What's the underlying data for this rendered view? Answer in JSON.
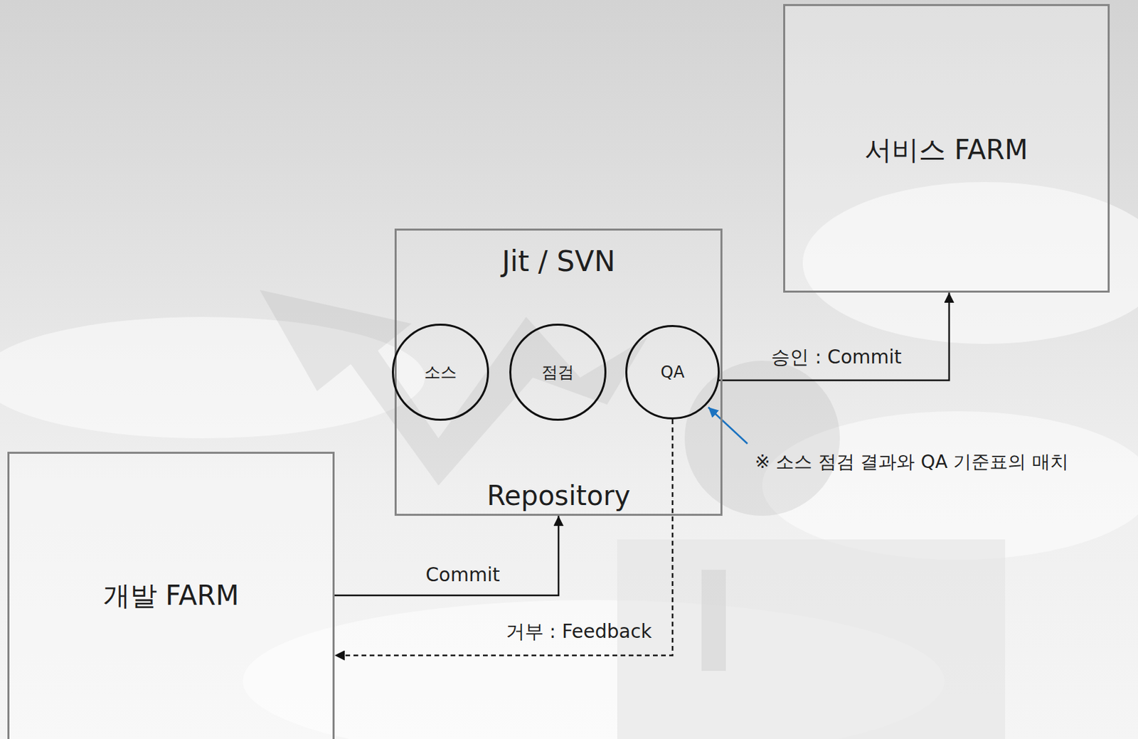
{
  "diagram": {
    "nodes": [
      {
        "text": [
          "서비스 FARM"
        ]
      },
      {
        "text": [
          "Jit / SVN",
          "Repository"
        ]
      },
      {
        "text": [
          "소스"
        ],
        "in": 1
      },
      {
        "text": [
          "점검"
        ],
        "in": 1
      },
      {
        "text": [
          "QA"
        ],
        "in": 1
      },
      {
        "text": [
          "개발 FARM"
        ]
      }
    ],
    "edges": [
      {
        "from": 5,
        "to": 1,
        "arrow": "to",
        "label": "Commit"
      },
      {
        "from": 4,
        "to": 0,
        "arrow": "to",
        "label": "승인 : Commit"
      },
      {
        "from": 4,
        "to": 5,
        "arrow": "to",
        "label": "거부 : Feedback"
      }
    ],
    "labels": [
      "※ 소스 점검 결과와 QA 기준표의 매치"
    ]
  }
}
